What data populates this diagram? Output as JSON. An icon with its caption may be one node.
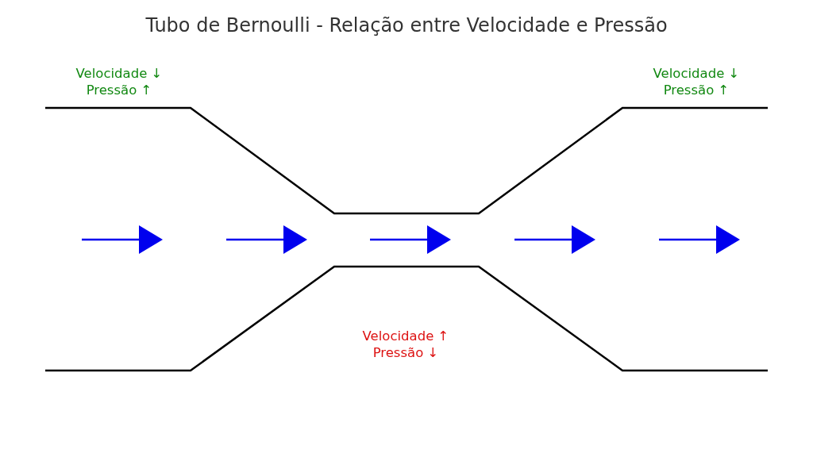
{
  "diagram": {
    "title": "Tubo de Bernoulli - Relação entre Velocidade e Pressão",
    "labels": [
      "Velocidade ↓ Pressão ↑",
      "Velocidade ↓ Pressão ↑",
      "Velocidade ↑ Pressão ↓"
    ]
  }
}
